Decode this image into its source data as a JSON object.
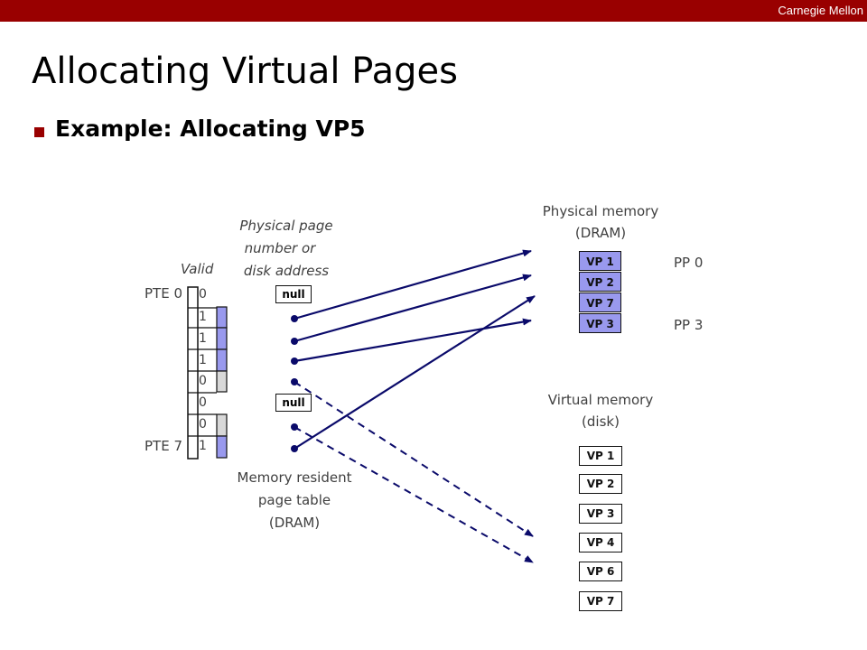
{
  "header": {
    "brand": "Carnegie Mellon"
  },
  "slide": {
    "title": "Allocating Virtual Pages",
    "bullet": "Example: Allocating VP5"
  },
  "page_table": {
    "valid_label": "Valid",
    "ppn_label_line1": "Physical page",
    "ppn_label_line2": "number or",
    "ppn_label_line3": "disk address",
    "pte_first": "PTE 0",
    "pte_last": "PTE 7",
    "valid_bits": [
      "0",
      "1",
      "1",
      "1",
      "0",
      "0",
      "0",
      "1"
    ],
    "null_label": "null",
    "caption_line1": "Memory resident",
    "caption_line2": "page table",
    "caption_line3": "(DRAM)"
  },
  "physical_memory": {
    "title_line1": "Physical memory",
    "title_line2": "(DRAM)",
    "pages": [
      "VP 1",
      "VP 2",
      "VP 7",
      "VP 3"
    ],
    "pp_first": "PP 0",
    "pp_last": "PP 3"
  },
  "virtual_memory": {
    "title_line1": "Virtual memory",
    "title_line2": "(disk)",
    "pages": [
      "VP 1",
      "VP 2",
      "VP 3",
      "VP 4",
      "VP 6",
      "VP 7"
    ]
  },
  "colors": {
    "brand_red": "#990000",
    "page_fill": "#9999ee",
    "arrow_navy": "#0a0a6a",
    "grey_cell": "#d8d8d8"
  }
}
